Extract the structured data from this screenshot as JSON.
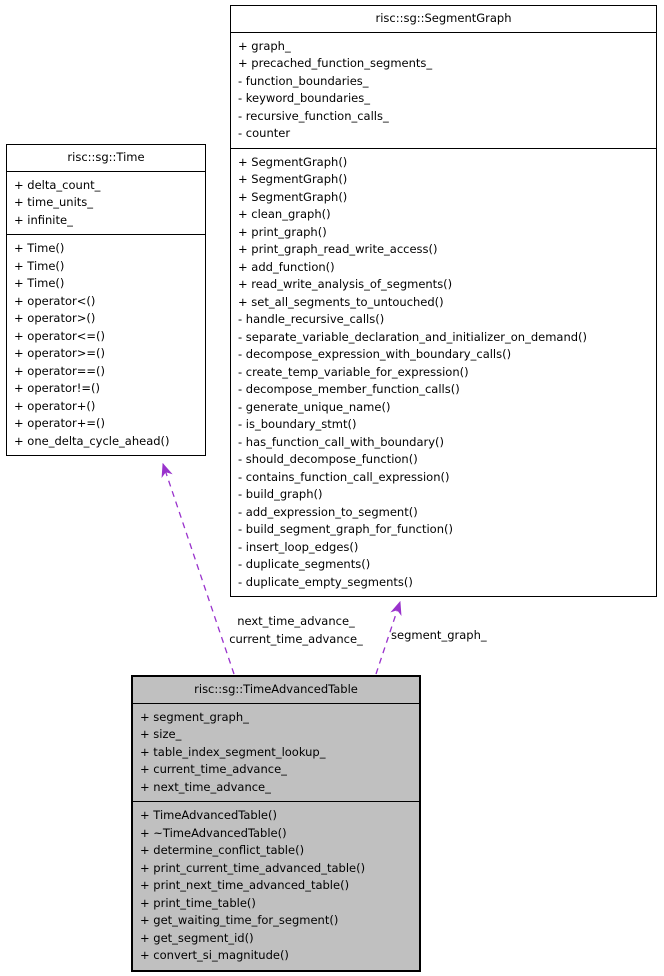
{
  "diagram_title": "risc::sg::TimeAdvancedTable collaboration diagram",
  "colors": {
    "edge": "#9932cc",
    "border": "#000000",
    "box_fill": "#ffffff",
    "highlight_fill": "#c0c0c0",
    "background": "#ffffff"
  },
  "classes": [
    {
      "id": "segment-graph",
      "title": "risc::sg::SegmentGraph",
      "attributes": [
        "+ graph_",
        "+ precached_function_segments_",
        "- function_boundaries_",
        "- keyword_boundaries_",
        "- recursive_function_calls_",
        "- counter"
      ],
      "methods": [
        "+ SegmentGraph()",
        "+ SegmentGraph()",
        "+ SegmentGraph()",
        "+ clean_graph()",
        "+ print_graph()",
        "+ print_graph_read_write_access()",
        "+ add_function()",
        "+ read_write_analysis_of_segments()",
        "+ set_all_segments_to_untouched()",
        "- handle_recursive_calls()",
        "- separate_variable_declaration_and_initializer_on_demand()",
        "- decompose_expression_with_boundary_calls()",
        "- create_temp_variable_for_expression()",
        "- decompose_member_function_calls()",
        "- generate_unique_name()",
        "- is_boundary_stmt()",
        "- has_function_call_with_boundary()",
        "- should_decompose_function()",
        "- contains_function_call_expression()",
        "- build_graph()",
        "- add_expression_to_segment()",
        "- build_segment_graph_for_function()",
        "- insert_loop_edges()",
        "- duplicate_segments()",
        "- duplicate_empty_segments()"
      ]
    },
    {
      "id": "time",
      "title": "risc::sg::Time",
      "attributes": [
        "+ delta_count_",
        "+ time_units_",
        "+ infinite_"
      ],
      "methods": [
        "+ Time()",
        "+ Time()",
        "+ Time()",
        "+ operator<()",
        "+ operator>()",
        "+ operator<=()",
        "+ operator>=()",
        "+ operator==()",
        "+ operator!=()",
        "+ operator+()",
        "+ operator+=()",
        "+ one_delta_cycle_ahead()"
      ]
    },
    {
      "id": "time-advanced-table",
      "title": "risc::sg::TimeAdvancedTable",
      "highlighted": true,
      "attributes": [
        "+ segment_graph_",
        "+ size_",
        "+ table_index_segment_lookup_",
        "+ current_time_advance_",
        "+ next_time_advance_"
      ],
      "methods": [
        "+ TimeAdvancedTable()",
        "+ ~TimeAdvancedTable()",
        "+ determine_conflict_table()",
        "+ print_current_time_advanced_table()",
        "+ print_next_time_advanced_table()",
        "+ print_time_table()",
        "+ get_waiting_time_for_segment()",
        "+ get_segment_id()",
        "+ convert_si_magnitude()"
      ]
    }
  ],
  "edges": [
    {
      "from": "risc::sg::TimeAdvancedTable",
      "to": "risc::sg::Time",
      "style": "dashed",
      "label_lines": [
        "next_time_advance_",
        "current_time_advance_"
      ]
    },
    {
      "from": "risc::sg::TimeAdvancedTable",
      "to": "risc::sg::SegmentGraph",
      "style": "dashed",
      "label_lines": [
        "segment_graph_"
      ]
    }
  ]
}
